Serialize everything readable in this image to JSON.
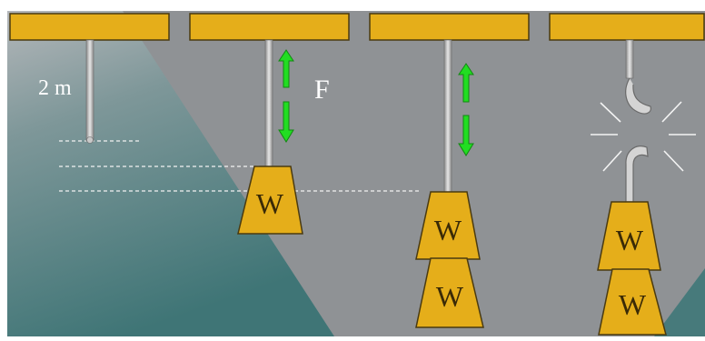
{
  "labels": {
    "length": "2 m",
    "force": "F",
    "weight": "W"
  },
  "colors": {
    "beam": "#e5ae1a",
    "weight": "#e5ae1a",
    "outline": "#4a3a10",
    "arrow": "#22dd22",
    "rod": "#b8b8b8",
    "background_teal": "#477a7b",
    "background_gray": "#8f9295",
    "dashed_line": "#f2f2f2"
  },
  "icons": {
    "arrow_up": "arrow-up-icon",
    "arrow_down": "arrow-down-icon",
    "hook": "hook-icon",
    "break_burst": "break-burst-icon"
  }
}
